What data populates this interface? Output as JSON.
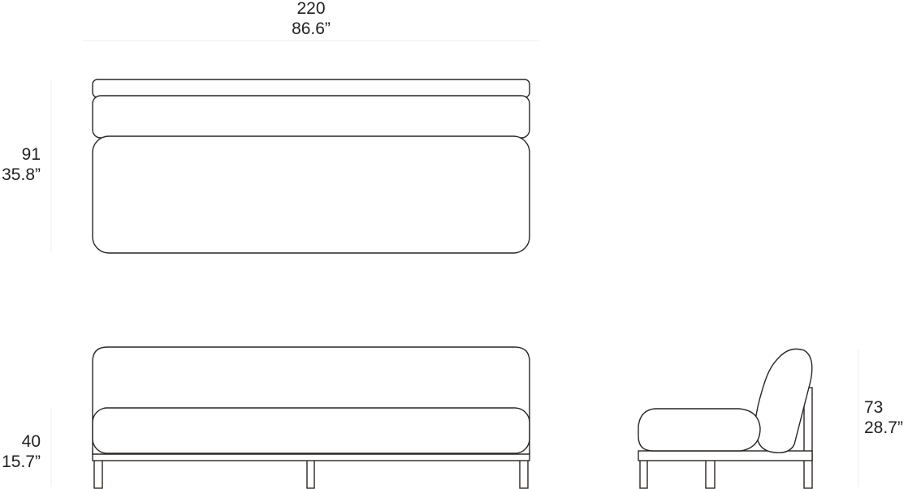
{
  "dimensions": {
    "width": {
      "metric": "220",
      "imperial": "86.6”"
    },
    "depth": {
      "metric": "91",
      "imperial": "35.8”"
    },
    "seat_height": {
      "metric": "40",
      "imperial": "15.7”"
    },
    "total_height": {
      "metric": "73",
      "imperial": "28.7”"
    }
  },
  "colors": {
    "line": "#2b2623",
    "text": "#222222",
    "guide": "#ececec",
    "background": "#ffffff"
  }
}
